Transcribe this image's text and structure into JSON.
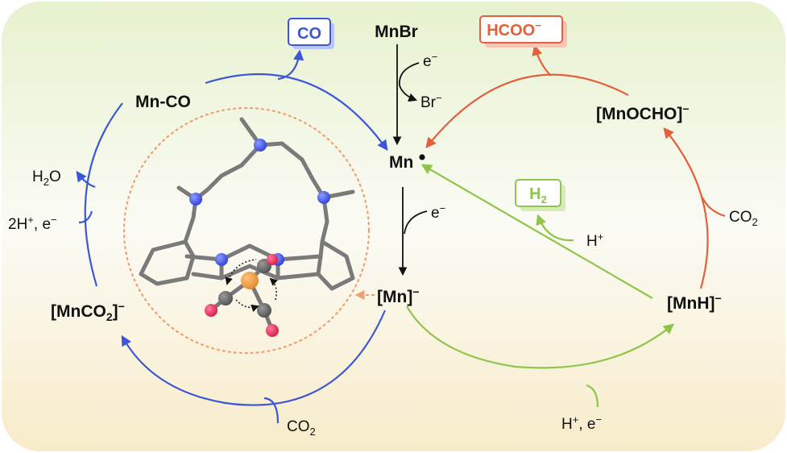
{
  "species": {
    "mnbr": "MnBr",
    "mn_radical": "Mn",
    "mn_anion": "[Mn]",
    "mn_co": "Mn-CO",
    "mn_co2_pre": "[MnCO",
    "mn_co2_sub": "2",
    "mn_co2_post": "]",
    "mnh": "[MnH]",
    "mnocho": "[MnOCHO]",
    "minus": "−"
  },
  "products": {
    "co": "CO",
    "hcoo": "HCOO",
    "hcoo_charge": "−",
    "h2": "H",
    "h2_sub": "2"
  },
  "reagents": {
    "e_minus": "e",
    "br_minus": "Br",
    "h_plus": "H",
    "plus": "+",
    "h_plus_e_tail": ", e",
    "two_h_plus": "2H",
    "h2o_pre": "H",
    "h2o_sub": "2",
    "h2o_post": "O",
    "co2_pre": "CO",
    "co2_sub": "2"
  },
  "colors": {
    "co_cycle": "#3b57d6",
    "formate_cycle": "#e2603c",
    "hydrogen_cycle": "#8fc54a",
    "activation": "#111111",
    "inset_ring": "#f0a070",
    "background_top": "#e7f2cf",
    "background_bottom": "#f8ecca"
  },
  "icons": {
    "structure": "mn-complex-ball-and-stick",
    "rotation": "dotted-rotation-arrows"
  }
}
